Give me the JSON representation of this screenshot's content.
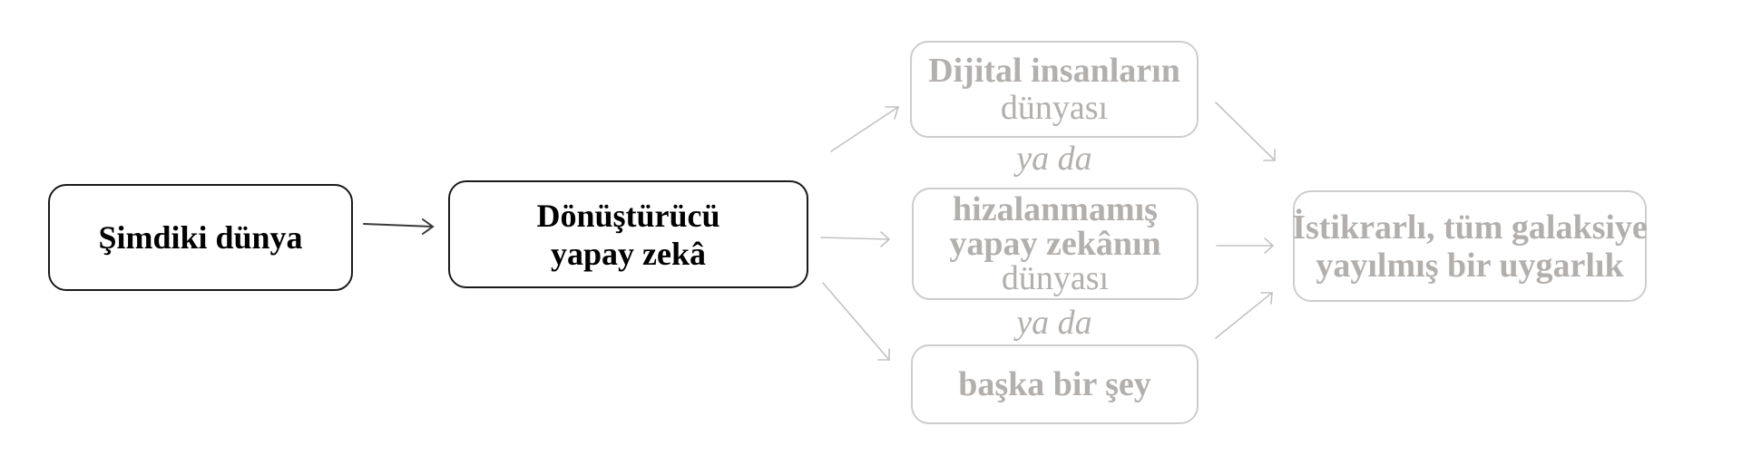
{
  "diagram": {
    "colors": {
      "active_border": "#1a1a1a",
      "active_text": "#000000",
      "faded_border": "#cfcdcb",
      "faded_text": "#b3afac",
      "active_arrow": "#3a3a3a",
      "faded_arrow": "#c4c2c0"
    },
    "nodes": {
      "current_world": {
        "lines": [
          "Şimdiki dünya"
        ],
        "state": "active"
      },
      "transformative_ai": {
        "lines": [
          "Dönüştürücü",
          "yapay zekâ"
        ],
        "state": "active"
      },
      "digital_people": {
        "line_bold": "Dijital insanların",
        "line_regular": "dünyası",
        "state": "faded"
      },
      "misaligned_ai": {
        "line_bold_1": "hizalanmamış",
        "line_bold_2": "yapay zekânın",
        "line_regular": "dünyası",
        "state": "faded"
      },
      "something_else": {
        "lines": [
          "başka bir şey"
        ],
        "state": "faded"
      },
      "galactic_civilization": {
        "lines": [
          "İstikrarlı, tüm galaksiye",
          "yayılmış bir uygarlık"
        ],
        "state": "faded"
      }
    },
    "separators": [
      "ya da",
      "ya da"
    ],
    "edges": [
      {
        "from": "current_world",
        "to": "transformative_ai"
      },
      {
        "from": "transformative_ai",
        "to": "digital_people"
      },
      {
        "from": "transformative_ai",
        "to": "misaligned_ai"
      },
      {
        "from": "transformative_ai",
        "to": "something_else"
      },
      {
        "from": "digital_people",
        "to": "galactic_civilization"
      },
      {
        "from": "misaligned_ai",
        "to": "galactic_civilization"
      },
      {
        "from": "something_else",
        "to": "galactic_civilization"
      }
    ]
  }
}
